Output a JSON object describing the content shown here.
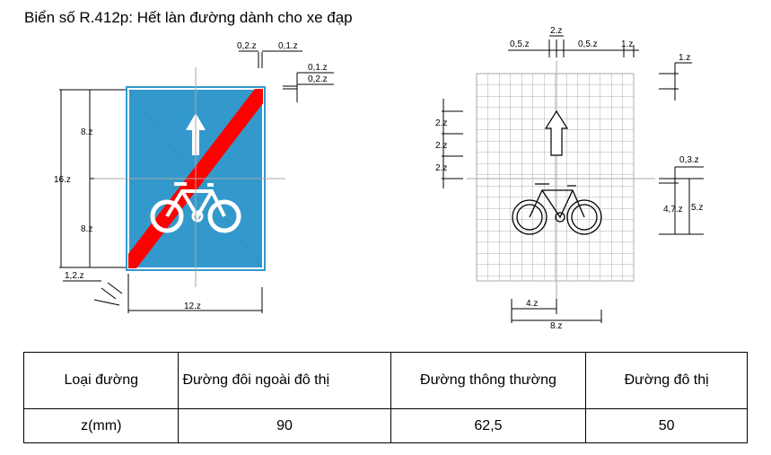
{
  "title": "Biển số R.412p: Hết làn đường dành cho xe đạp",
  "colors": {
    "sign_blue": "#3399CC",
    "bar_red": "#FF0000",
    "sign_white": "#FFFFFF"
  },
  "icons": [
    "arrow-up-icon",
    "bicycle-icon"
  ],
  "left_labels": {
    "d02z": "0,2.z",
    "d01z_top": "0,1.z",
    "d01z": "0,1.z",
    "d02z_right": "0,2.z",
    "d8z_top": "8.z",
    "d16z": "16.z",
    "d8z_bottom": "8.z",
    "d12z_corner": "1,2.z",
    "d12z": "12.z"
  },
  "right_labels": {
    "d2z_top": "2.z",
    "d05z_left": "0,5.z",
    "d05z_right": "0,5.z",
    "d1z_top": "1.z",
    "d1z_side": "1.z",
    "d2z_a": "2.z",
    "d2z_b": "2.z",
    "d2z_c": "2.z",
    "d03z": "0,3.z",
    "d47z": "4,7.z",
    "d5z": "5.z",
    "d4z": "4.z",
    "d8z": "8.z"
  },
  "table": {
    "header": [
      "Loại đường",
      "Đường đôi ngoài đô thị",
      "Đường thông thường",
      "Đường đô thị"
    ],
    "values": [
      "z(mm)",
      "90",
      "62,5",
      "50"
    ]
  }
}
